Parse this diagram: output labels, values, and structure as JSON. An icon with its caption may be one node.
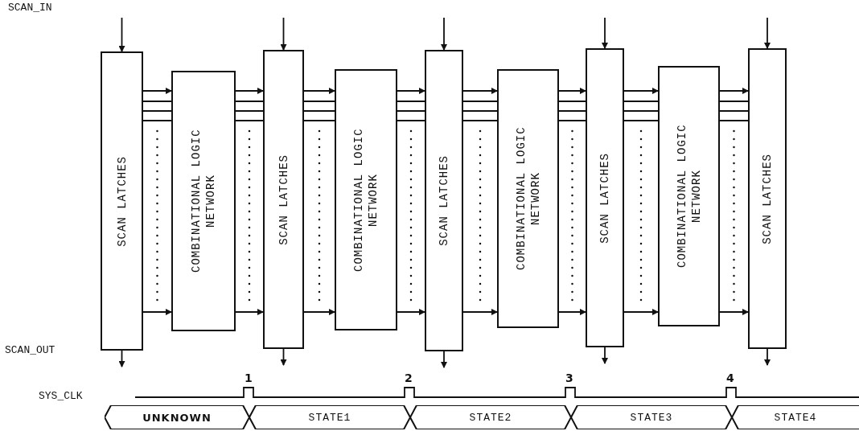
{
  "diagram": {
    "nodes": [
      {
        "text": [
          "SCAN LATCHES"
        ]
      },
      {
        "text": [
          "COMBINATIONAL LOGIC NETWORK"
        ]
      },
      {
        "text": [
          "SCAN LATCHES"
        ]
      },
      {
        "text": [
          "COMBINATIONAL LOGIC NETWORK"
        ]
      },
      {
        "text": [
          "SCAN LATCHES"
        ]
      },
      {
        "text": [
          "COMBINATIONAL LOGIC NETWORK"
        ]
      },
      {
        "text": [
          "SCAN LATCHES"
        ]
      },
      {
        "text": [
          "COMBINATIONAL LOGIC NETWORK"
        ]
      },
      {
        "text": [
          "SCAN LATCHES"
        ]
      },
      {
        "text": [
          "UNKNOWN"
        ]
      },
      {
        "text": [
          "STATE1"
        ]
      },
      {
        "text": [
          "STATE2"
        ]
      },
      {
        "text": [
          "STATE3"
        ]
      },
      {
        "text": [
          "STATE4"
        ]
      }
    ],
    "edges": [
      {
        "from": null,
        "to": 0,
        "arrow": "to"
      },
      {
        "from": null,
        "to": 2,
        "arrow": "to"
      },
      {
        "from": null,
        "to": 4,
        "arrow": "to"
      },
      {
        "from": null,
        "to": 6,
        "arrow": "to"
      },
      {
        "from": null,
        "to": 8,
        "arrow": "to"
      },
      {
        "from": 0,
        "to": 1,
        "arrow": "to"
      },
      {
        "from": 0,
        "to": 1,
        "arrow": "none"
      },
      {
        "from": 0,
        "to": 1,
        "arrow": "none"
      },
      {
        "from": 0,
        "to": 1,
        "arrow": "none"
      },
      {
        "from": 0,
        "to": 1,
        "arrow": "to"
      },
      {
        "from": 1,
        "to": 2,
        "arrow": "to"
      },
      {
        "from": 1,
        "to": 2,
        "arrow": "none"
      },
      {
        "from": 1,
        "to": 2,
        "arrow": "none"
      },
      {
        "from": 1,
        "to": 2,
        "arrow": "none"
      },
      {
        "from": 1,
        "to": 2,
        "arrow": "to"
      },
      {
        "from": 2,
        "to": 3,
        "arrow": "to"
      },
      {
        "from": 2,
        "to": 3,
        "arrow": "none"
      },
      {
        "from": 2,
        "to": 3,
        "arrow": "none"
      },
      {
        "from": 2,
        "to": 3,
        "arrow": "none"
      },
      {
        "from": 2,
        "to": 3,
        "arrow": "to"
      },
      {
        "from": 3,
        "to": 4,
        "arrow": "to"
      },
      {
        "from": 3,
        "to": 4,
        "arrow": "none"
      },
      {
        "from": 3,
        "to": 4,
        "arrow": "none"
      },
      {
        "from": 3,
        "to": 4,
        "arrow": "none"
      },
      {
        "from": 3,
        "to": 4,
        "arrow": "to"
      },
      {
        "from": 4,
        "to": 5,
        "arrow": "to"
      },
      {
        "from": 4,
        "to": 5,
        "arrow": "none"
      },
      {
        "from": 4,
        "to": 5,
        "arrow": "none"
      },
      {
        "from": 4,
        "to": 5,
        "arrow": "none"
      },
      {
        "from": 4,
        "to": 5,
        "arrow": "to"
      },
      {
        "from": 5,
        "to": 6,
        "arrow": "to"
      },
      {
        "from": 5,
        "to": 6,
        "arrow": "none"
      },
      {
        "from": 5,
        "to": 6,
        "arrow": "none"
      },
      {
        "from": 5,
        "to": 6,
        "arrow": "none"
      },
      {
        "from": 5,
        "to": 6,
        "arrow": "to"
      },
      {
        "from": 6,
        "to": 7,
        "arrow": "to"
      },
      {
        "from": 6,
        "to": 7,
        "arrow": "none"
      },
      {
        "from": 6,
        "to": 7,
        "arrow": "none"
      },
      {
        "from": 6,
        "to": 7,
        "arrow": "none"
      },
      {
        "from": 6,
        "to": 7,
        "arrow": "to"
      },
      {
        "from": 7,
        "to": 8,
        "arrow": "to"
      },
      {
        "from": 7,
        "to": 8,
        "arrow": "none"
      },
      {
        "from": 7,
        "to": 8,
        "arrow": "none"
      },
      {
        "from": 7,
        "to": 8,
        "arrow": "none"
      },
      {
        "from": 7,
        "to": 8,
        "arrow": "to"
      },
      {
        "from": 0,
        "to": null,
        "arrow": "to"
      },
      {
        "from": 2,
        "to": null,
        "arrow": "to"
      },
      {
        "from": 4,
        "to": null,
        "arrow": "to"
      },
      {
        "from": 6,
        "to": null,
        "arrow": "to"
      },
      {
        "from": 8,
        "to": null,
        "arrow": "to"
      }
    ],
    "labels": [
      "SCAN_IN",
      "SCAN_OUT",
      "1",
      "2",
      "3",
      "4",
      "SYS_CLK"
    ]
  }
}
